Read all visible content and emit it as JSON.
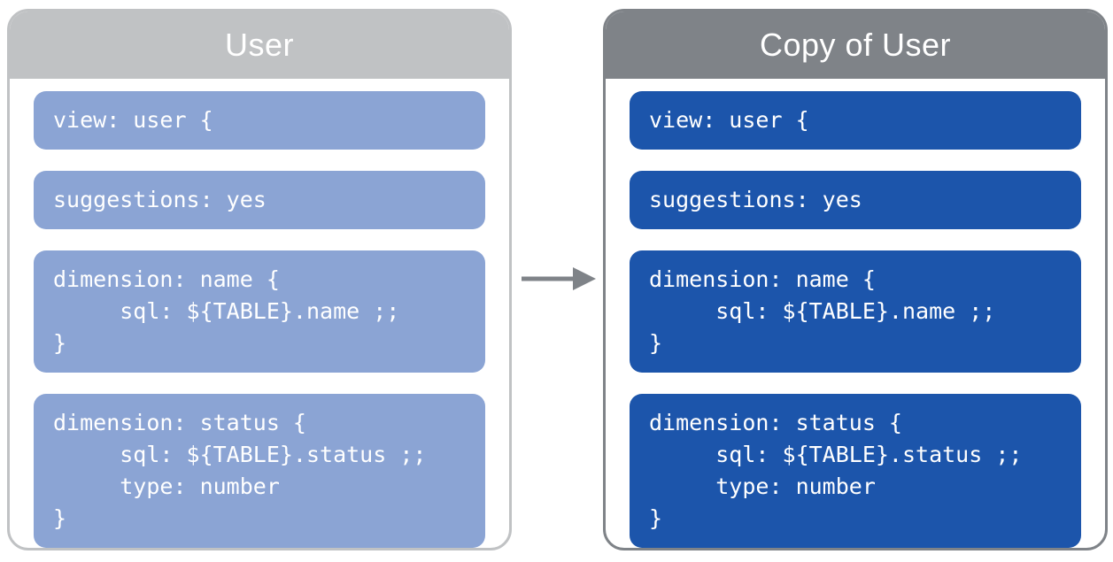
{
  "diagram": {
    "arrow_color": "#7f8388"
  },
  "panels": {
    "left": {
      "title": "User",
      "header_color": "#c0c2c4",
      "border_color": "#c0c2c4",
      "block_color": "#8ba4d4",
      "text_color": "#ffffff",
      "blocks": [
        [
          "view: user {"
        ],
        [
          "suggestions: yes"
        ],
        [
          "dimension: name {",
          "     sql: ${TABLE}.name ;;",
          "}"
        ],
        [
          "dimension: status {",
          "     sql: ${TABLE}.status ;;",
          "     type: number",
          "}"
        ]
      ]
    },
    "right": {
      "title": "Copy of User",
      "header_color": "#7f8388",
      "border_color": "#7f8388",
      "block_color": "#1c55ab",
      "text_color": "#ffffff",
      "blocks": [
        [
          "view: user {"
        ],
        [
          "suggestions: yes"
        ],
        [
          "dimension: name {",
          "     sql: ${TABLE}.name ;;",
          "}"
        ],
        [
          "dimension: status {",
          "     sql: ${TABLE}.status ;;",
          "     type: number",
          "}"
        ]
      ]
    }
  }
}
